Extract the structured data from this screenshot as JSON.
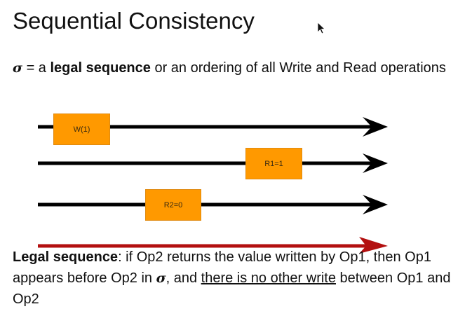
{
  "slide": {
    "title": "Sequential Consistency",
    "intro": {
      "symbol": "σ",
      "text_a": " = a ",
      "bold": "legal sequence",
      "text_b": " or an ordering of all Write and Read operations"
    },
    "timelines": [
      {
        "op_label": "W(1)"
      },
      {
        "op_label": "R1=1"
      },
      {
        "op_label": "R2=0"
      }
    ],
    "definition": {
      "bold": "Legal sequence",
      "text_a": ": if Op2 returns the value written by Op1, then Op1 appears before Op2 in ",
      "symbol": "σ",
      "text_b": ", and ",
      "underlined": "there is no other write",
      "text_c": " between Op1 and Op2"
    },
    "colors": {
      "op_box": "#FF9900",
      "timeline": "#000000",
      "legal_arrow": "#B31010"
    }
  }
}
